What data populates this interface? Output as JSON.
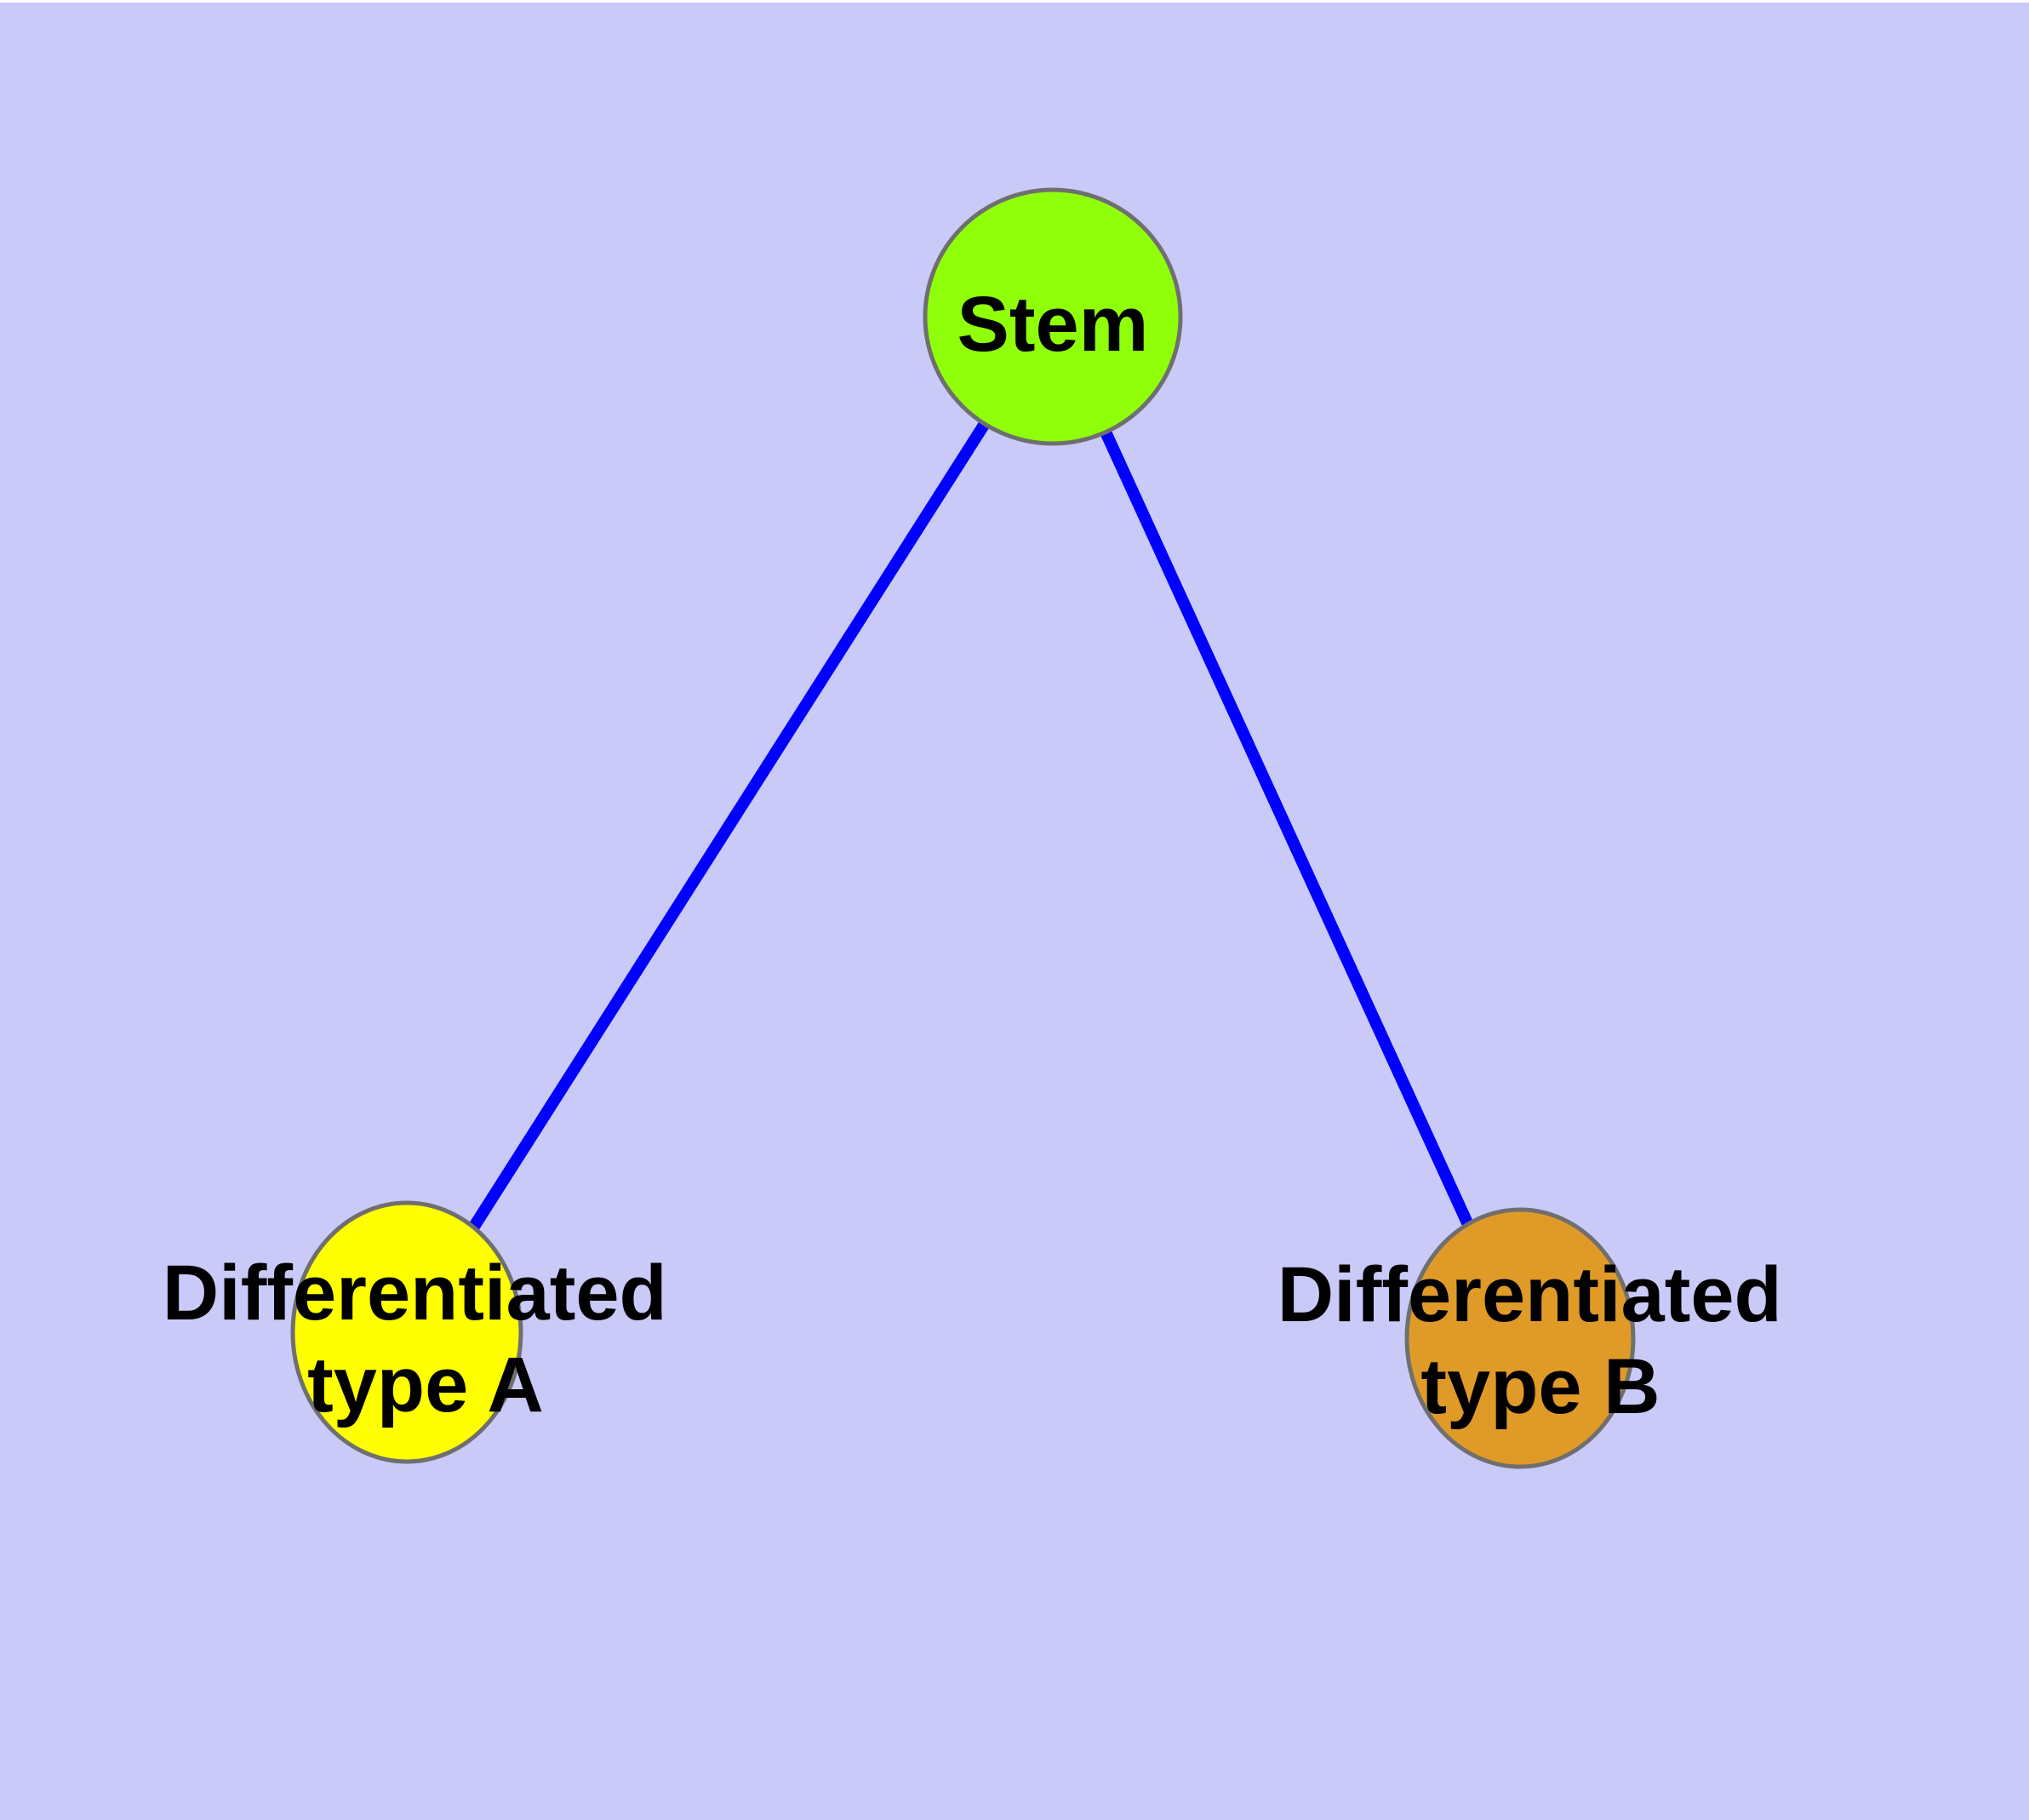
{
  "diagram": {
    "type": "node-link-graph",
    "description": "Stem cell differentiation diagram: one stem node connected to two differentiated cell-type nodes",
    "nodes": [
      {
        "id": "stem",
        "label": "Stem",
        "fill": "#90ff0a"
      },
      {
        "id": "type_a",
        "label_line1": "Differentiated",
        "label_line2": "type A",
        "fill": "#ffff00"
      },
      {
        "id": "type_b",
        "label_line1": "Differentiated",
        "label_line2": "type B",
        "fill": "#e09a28"
      }
    ],
    "edges": [
      {
        "from": "Stem",
        "to": "Differentiated type A"
      },
      {
        "from": "Stem",
        "to": "Differentiated type B"
      }
    ]
  },
  "colors": {
    "canvas": "#cacaf8",
    "page_background": "#ffffff",
    "edge": "#0000ff",
    "node_border": "#6f6f6f",
    "label": "#000000"
  }
}
